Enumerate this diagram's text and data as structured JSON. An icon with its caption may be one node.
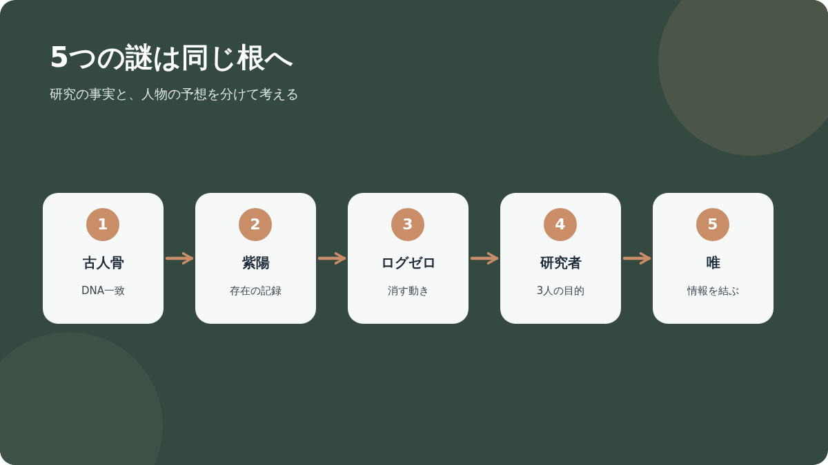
{
  "diagram": {
    "title": "5つの謎は同じ根へ",
    "nodes": [
      {
        "text": [
          "1",
          "古人骨",
          "DNA一致"
        ]
      },
      {
        "text": [
          "2",
          "紫陽",
          "存在の記録"
        ]
      },
      {
        "text": [
          "3",
          "ログゼロ",
          "消す動き"
        ]
      },
      {
        "text": [
          "4",
          "研究者",
          "3人の目的"
        ]
      },
      {
        "text": [
          "5",
          "唯",
          "情報を結ぶ"
        ]
      }
    ],
    "edges": [
      {
        "from": 0,
        "to": 1,
        "arrow": "to"
      },
      {
        "from": 1,
        "to": 2,
        "arrow": "to"
      },
      {
        "from": 2,
        "to": 3,
        "arrow": "to"
      },
      {
        "from": 3,
        "to": 4,
        "arrow": "to"
      }
    ],
    "labels": [
      "研究の事実と、人物の予想を分けて考える"
    ]
  }
}
